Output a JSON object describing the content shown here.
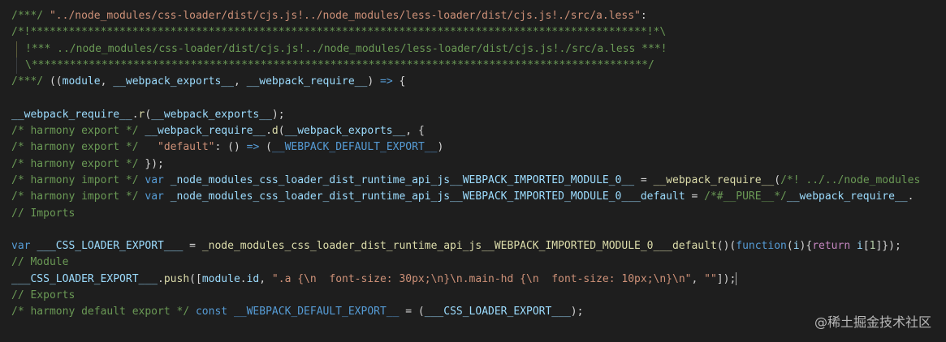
{
  "lines": [
    [
      {
        "t": "/***/ ",
        "c": "c"
      },
      {
        "t": "\"../node_modules/css-loader/dist/cjs.js!../node_modules/less-loader/dist/cjs.js!./src/a.less\"",
        "c": "s"
      },
      {
        "t": ":",
        "c": "p"
      }
    ],
    [
      {
        "t": "/*!*************************************************************************************************!*\\",
        "c": "c"
      }
    ],
    [
      {
        "t": "!*** ../node_modules/css-loader/dist/cjs.js!../node_modules/less-loader/dist/cjs.js!./src/a.less ***!",
        "c": "c"
      }
    ],
    [
      {
        "t": "\\*************************************************************************************************/",
        "c": "c"
      }
    ],
    [
      {
        "t": "/***/ ",
        "c": "c"
      },
      {
        "t": "((",
        "c": "p"
      },
      {
        "t": "module",
        "c": "v"
      },
      {
        "t": ", ",
        "c": "p"
      },
      {
        "t": "__webpack_exports__",
        "c": "v"
      },
      {
        "t": ", ",
        "c": "p"
      },
      {
        "t": "__webpack_require__",
        "c": "v"
      },
      {
        "t": ") ",
        "c": "p"
      },
      {
        "t": "=>",
        "c": "k"
      },
      {
        "t": " {",
        "c": "p"
      }
    ],
    [],
    [
      {
        "t": "__webpack_require__",
        "c": "v"
      },
      {
        "t": ".",
        "c": "p"
      },
      {
        "t": "r",
        "c": "f"
      },
      {
        "t": "(",
        "c": "p"
      },
      {
        "t": "__webpack_exports__",
        "c": "v"
      },
      {
        "t": ");",
        "c": "p"
      }
    ],
    [
      {
        "t": "/* harmony export */ ",
        "c": "c"
      },
      {
        "t": "__webpack_require__",
        "c": "v"
      },
      {
        "t": ".",
        "c": "p"
      },
      {
        "t": "d",
        "c": "f"
      },
      {
        "t": "(",
        "c": "p"
      },
      {
        "t": "__webpack_exports__",
        "c": "v"
      },
      {
        "t": ", {",
        "c": "p"
      }
    ],
    [
      {
        "t": "/* harmony export */ ",
        "c": "c"
      },
      {
        "t": "  ",
        "c": "p"
      },
      {
        "t": "\"default\"",
        "c": "s"
      },
      {
        "t": ": () ",
        "c": "p"
      },
      {
        "t": "=>",
        "c": "k"
      },
      {
        "t": " (",
        "c": "p"
      },
      {
        "t": "__WEBPACK_DEFAULT_EXPORT__",
        "c": "k"
      },
      {
        "t": ")",
        "c": "p"
      }
    ],
    [
      {
        "t": "/* harmony export */ ",
        "c": "c"
      },
      {
        "t": "});",
        "c": "p"
      }
    ],
    [
      {
        "t": "/* harmony import */ ",
        "c": "c"
      },
      {
        "t": "var",
        "c": "k"
      },
      {
        "t": " ",
        "c": "p"
      },
      {
        "t": "_node_modules_css_loader_dist_runtime_api_js__WEBPACK_IMPORTED_MODULE_0__",
        "c": "v"
      },
      {
        "t": " = ",
        "c": "p"
      },
      {
        "t": "__webpack_require__",
        "c": "f"
      },
      {
        "t": "(",
        "c": "p"
      },
      {
        "t": "/*! ../../node_modules",
        "c": "c"
      }
    ],
    [
      {
        "t": "/* harmony import */ ",
        "c": "c"
      },
      {
        "t": "var",
        "c": "k"
      },
      {
        "t": " ",
        "c": "p"
      },
      {
        "t": "_node_modules_css_loader_dist_runtime_api_js__WEBPACK_IMPORTED_MODULE_0___default",
        "c": "v"
      },
      {
        "t": " = ",
        "c": "p"
      },
      {
        "t": "/*#__PURE__*/",
        "c": "c"
      },
      {
        "t": "__webpack_require__",
        "c": "v"
      },
      {
        "t": ".",
        "c": "p"
      }
    ],
    [
      {
        "t": "// Imports",
        "c": "c"
      }
    ],
    [],
    [
      {
        "t": "var",
        "c": "k"
      },
      {
        "t": " ",
        "c": "p"
      },
      {
        "t": "___CSS_LOADER_EXPORT___",
        "c": "v"
      },
      {
        "t": " = ",
        "c": "p"
      },
      {
        "t": "_node_modules_css_loader_dist_runtime_api_js__WEBPACK_IMPORTED_MODULE_0___default",
        "c": "f"
      },
      {
        "t": "()(",
        "c": "p"
      },
      {
        "t": "function",
        "c": "k"
      },
      {
        "t": "(",
        "c": "p"
      },
      {
        "t": "i",
        "c": "v"
      },
      {
        "t": "){",
        "c": "p"
      },
      {
        "t": "return",
        "c": "k2"
      },
      {
        "t": " ",
        "c": "p"
      },
      {
        "t": "i",
        "c": "v"
      },
      {
        "t": "[",
        "c": "p"
      },
      {
        "t": "1",
        "c": "n"
      },
      {
        "t": "]});",
        "c": "p"
      }
    ],
    [
      {
        "t": "// Module",
        "c": "c"
      }
    ],
    [
      {
        "t": "___CSS_LOADER_EXPORT___",
        "c": "v"
      },
      {
        "t": ".",
        "c": "p"
      },
      {
        "t": "push",
        "c": "f"
      },
      {
        "t": "([",
        "c": "p"
      },
      {
        "t": "module",
        "c": "v"
      },
      {
        "t": ".",
        "c": "p"
      },
      {
        "t": "id",
        "c": "v"
      },
      {
        "t": ", ",
        "c": "p"
      },
      {
        "t": "\".a {\\n  font-size: 30px;\\n}\\n.main-hd {\\n  font-size: 10px;\\n}\\n\"",
        "c": "s"
      },
      {
        "t": ", ",
        "c": "p"
      },
      {
        "t": "\"\"",
        "c": "s"
      },
      {
        "t": "]);",
        "c": "p"
      }
    ],
    [
      {
        "t": "// Exports",
        "c": "c"
      }
    ],
    [
      {
        "t": "/* harmony default export */ ",
        "c": "c"
      },
      {
        "t": "const",
        "c": "k"
      },
      {
        "t": " ",
        "c": "p"
      },
      {
        "t": "__WEBPACK_DEFAULT_EXPORT__",
        "c": "k"
      },
      {
        "t": " = (",
        "c": "p"
      },
      {
        "t": "___CSS_LOADER_EXPORT___",
        "c": "v"
      },
      {
        "t": ");",
        "c": "p"
      }
    ]
  ],
  "watermark": "@稀土掘金技术社区"
}
